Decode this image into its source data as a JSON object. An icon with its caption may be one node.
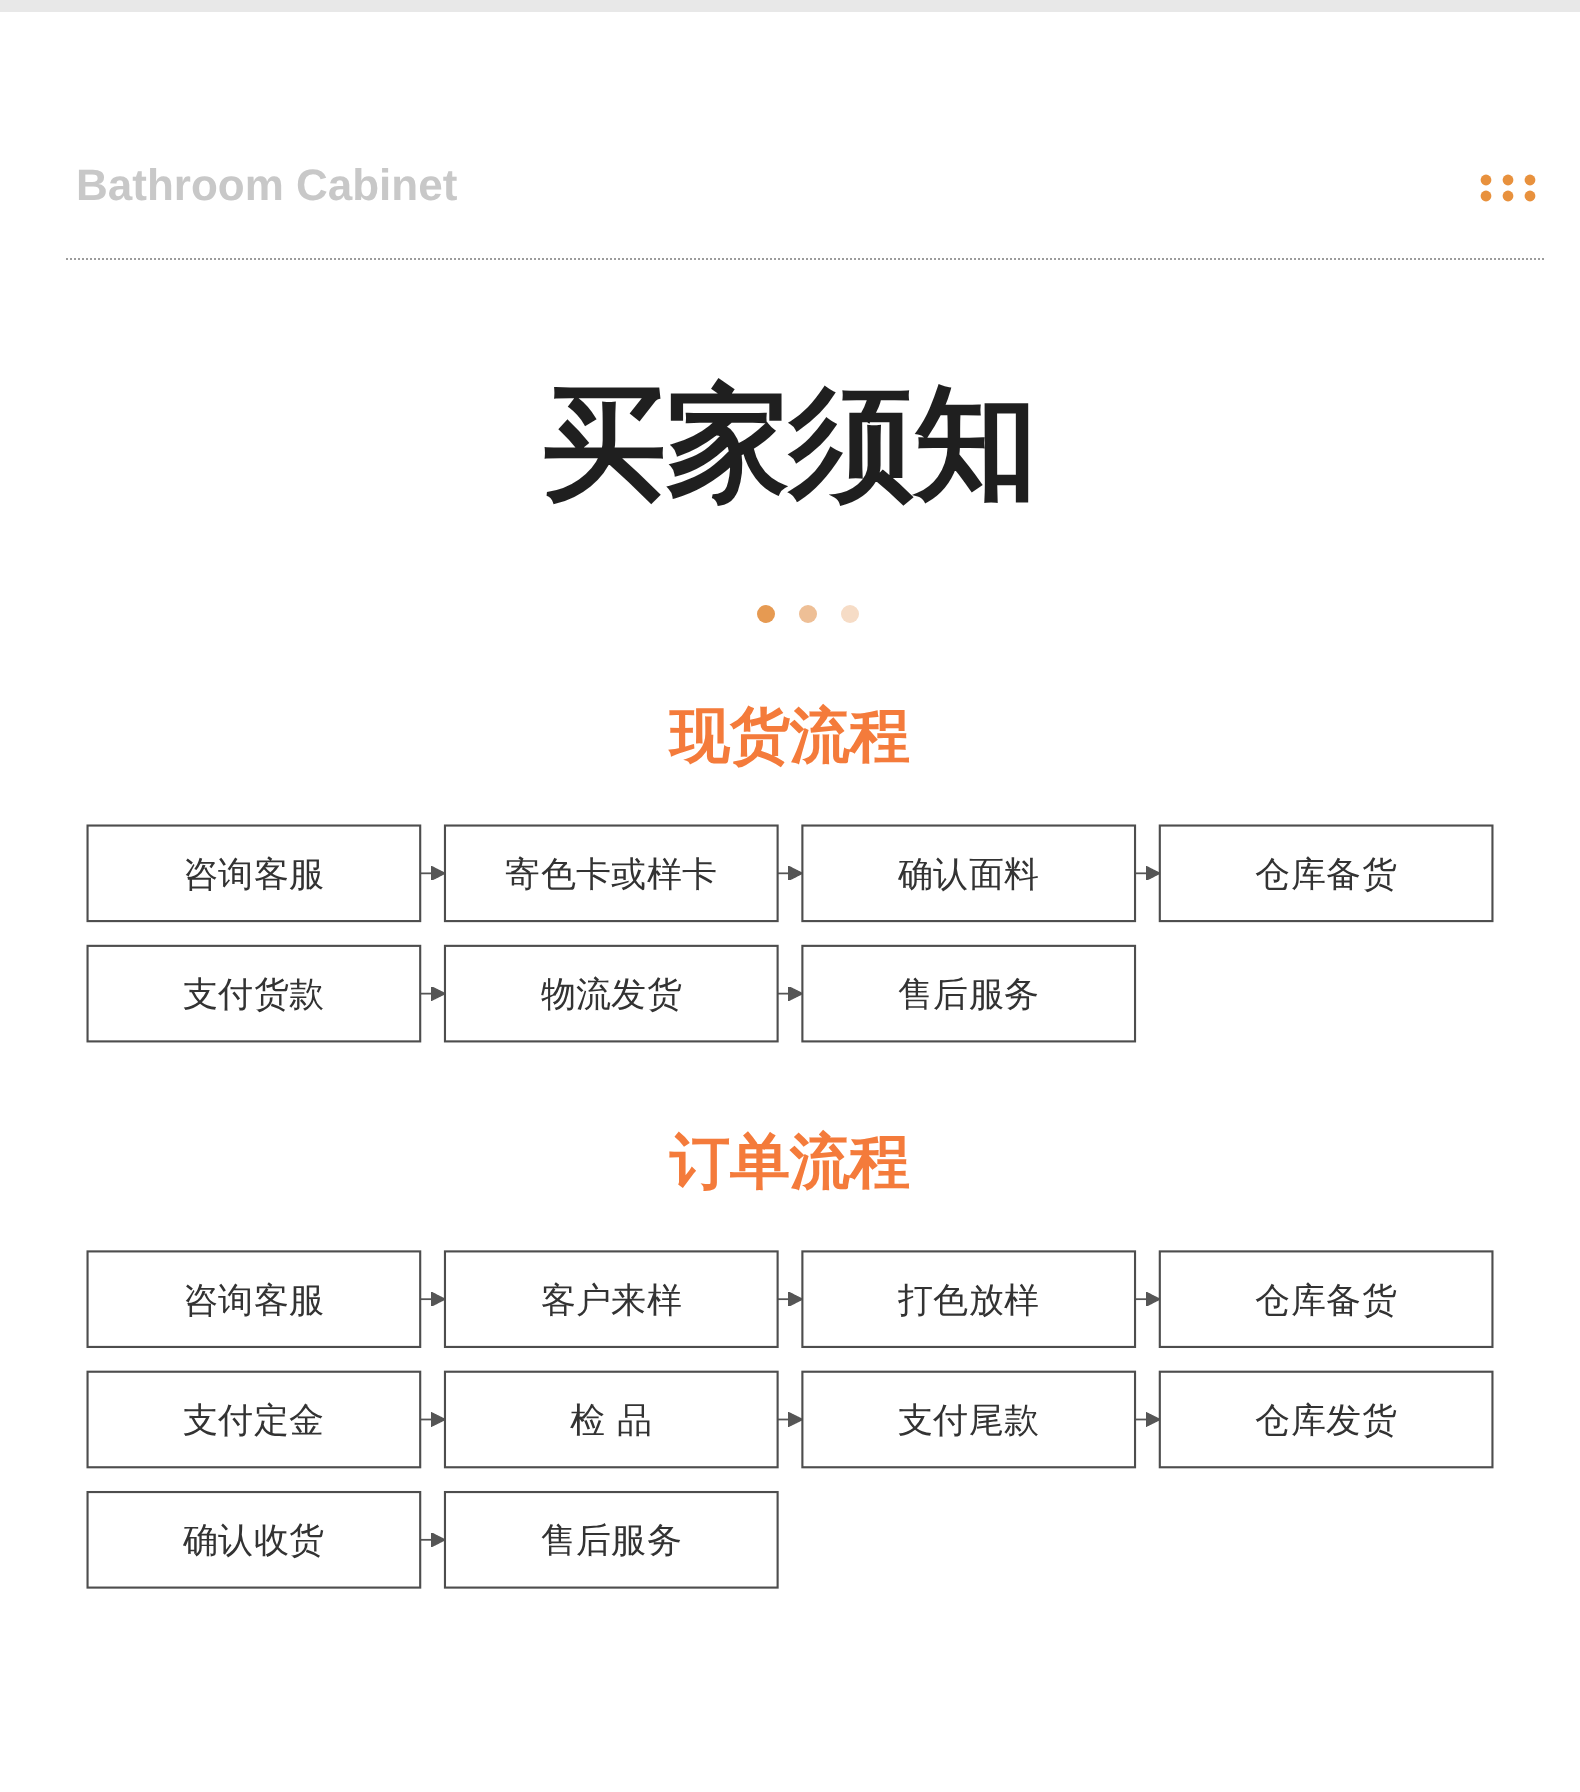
{
  "diagram": {
    "title": "买家须知",
    "nodes": [
      {
        "text": [
          "咨询客服"
        ]
      },
      {
        "text": [
          "寄色卡或样卡"
        ]
      },
      {
        "text": [
          "确认面料"
        ]
      },
      {
        "text": [
          "仓库备货"
        ]
      },
      {
        "text": [
          "支付货款"
        ]
      },
      {
        "text": [
          "物流发货"
        ]
      },
      {
        "text": [
          "售后服务"
        ]
      },
      {
        "text": [
          "咨询客服"
        ]
      },
      {
        "text": [
          "客户来样"
        ]
      },
      {
        "text": [
          "打色放样"
        ]
      },
      {
        "text": [
          "仓库备货"
        ]
      },
      {
        "text": [
          "支付定金"
        ]
      },
      {
        "text": [
          "检 品"
        ]
      },
      {
        "text": [
          "支付尾款"
        ]
      },
      {
        "text": [
          "仓库发货"
        ]
      },
      {
        "text": [
          "确认收货"
        ]
      },
      {
        "text": [
          "售后服务"
        ]
      }
    ],
    "edges": [
      {
        "from": 0,
        "to": 1,
        "arrow": "to"
      },
      {
        "from": 1,
        "to": 2,
        "arrow": "to"
      },
      {
        "from": 2,
        "to": 3,
        "arrow": "to"
      },
      {
        "from": 4,
        "to": 5,
        "arrow": "to"
      },
      {
        "from": 5,
        "to": 6,
        "arrow": "to"
      },
      {
        "from": 7,
        "to": 8,
        "arrow": "to"
      },
      {
        "from": 8,
        "to": 9,
        "arrow": "to"
      },
      {
        "from": 9,
        "to": 10,
        "arrow": "to"
      },
      {
        "from": 11,
        "to": 12,
        "arrow": "to"
      },
      {
        "from": 12,
        "to": 13,
        "arrow": "to"
      },
      {
        "from": 13,
        "to": 14,
        "arrow": "to"
      },
      {
        "from": 15,
        "to": 16,
        "arrow": "to"
      }
    ],
    "labels": [
      "Bathroom Cabinet",
      "现货流程",
      "订单流程"
    ]
  }
}
